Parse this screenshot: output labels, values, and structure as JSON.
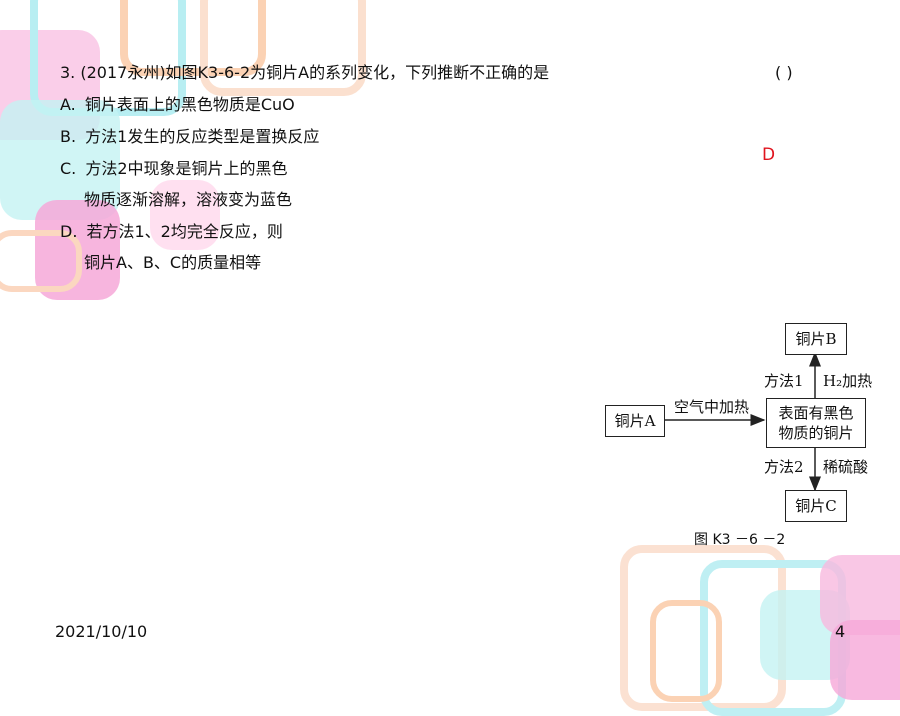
{
  "question": {
    "stem": "3. (2017永州)如图K3-6-2为铜片A的系列变化，下列推断不正确的是",
    "bracket": "(      )",
    "options": [
      {
        "letter": "A.",
        "text": "铜片表面上的黑色物质是CuO"
      },
      {
        "letter": "B.",
        "text": "方法1发生的反应类型是置换反应"
      },
      {
        "letter": "C.",
        "text": "方法2中现象是铜片上的黑色"
      },
      {
        "letter": "",
        "text": "物质逐渐溶解，溶液变为蓝色"
      },
      {
        "letter": "D.",
        "text": "若方法1、2均完全反应，则"
      },
      {
        "letter": "",
        "text": "铜片A、B、C的质量相等"
      }
    ],
    "answer": "D"
  },
  "diagram": {
    "box_a": "铜片A",
    "box_b": "铜片B",
    "box_c": "铜片C",
    "center_line1": "表面有黑色",
    "center_line2": "物质的铜片",
    "arrow_top_text": "空气中加热",
    "method1": "方法1",
    "reagent1": "H₂加热",
    "method2": "方法2",
    "reagent2": "稀硫酸",
    "caption": "图 K3 －6 －2"
  },
  "footer": {
    "date": "2021/10/10",
    "page": "4"
  },
  "colors": {
    "answer": "#e0141e",
    "deco_pink": "#f6a8d8",
    "deco_cyan": "#b4ecf0",
    "deco_orange": "#fbd2b4"
  }
}
